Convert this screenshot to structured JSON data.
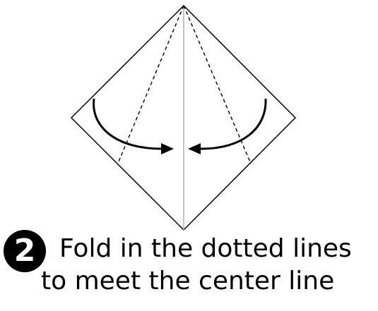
{
  "step": {
    "number": "2"
  },
  "instruction": {
    "line1": "Fold in the dotted lines",
    "line2": "to meet the center line"
  },
  "colors": {
    "paper_outline": "#000000",
    "center_line": "#b0b0b0",
    "fold_line": "#000000",
    "arrow": "#000000",
    "background": "#ffffff"
  },
  "icons": [
    "curved-arrow-right-icon",
    "curved-arrow-left-icon"
  ]
}
